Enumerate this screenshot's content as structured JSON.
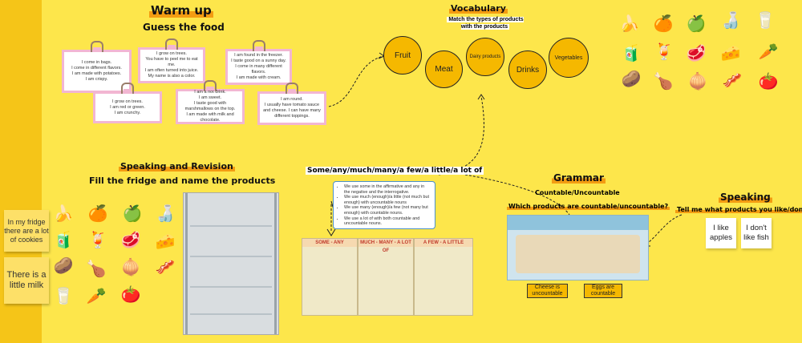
{
  "warmup": {
    "title": "Warm up",
    "subtitle": "Guess the food",
    "riddles": [
      {
        "lines": [
          "I come in bags.",
          "I come in different flavors.",
          "I am made with potatoes.",
          "I am crispy."
        ]
      },
      {
        "lines": [
          "I grow on trees.",
          "You have to peel me to eat me.",
          "I am often turned into juice.",
          "My name is also a color."
        ]
      },
      {
        "lines": [
          "I am found in the freezer.",
          "I taste good on a sunny day.",
          "I come in many different flavors.",
          "I am made with cream."
        ]
      },
      {
        "lines": [
          "I grow on trees.",
          "I am red or green.",
          "I am crunchy."
        ]
      },
      {
        "lines": [
          "I am a hot drink.",
          "I am sweet.",
          "I taste good with marshmallows on the top.",
          "I am made with milk and chocolate."
        ]
      },
      {
        "lines": [
          "I am round.",
          "I usually have tomato sauce and cheese. I can have many different toppings."
        ]
      }
    ]
  },
  "vocabulary": {
    "title": "Vocabulary",
    "instruction": "Match the types of products with the products",
    "categories": [
      "Fruit",
      "Meat",
      "Dairy products",
      "Drinks",
      "Vegetables"
    ]
  },
  "food_icons": {
    "top_right": [
      "banana",
      "orange",
      "apple",
      "water-bottle",
      "milk-bottle",
      "juice-glass",
      "juice",
      "meat",
      "cheese",
      "carrots",
      "potato",
      "chicken",
      "onion",
      "bacon",
      "tomato"
    ],
    "left": [
      "banana",
      "orange",
      "apple",
      "water-bottle",
      "juice-glass",
      "juice",
      "meat",
      "cheese",
      "potato",
      "chicken",
      "onion",
      "bacon",
      "milk-bottle",
      "carrots",
      "tomato"
    ]
  },
  "speaking_revision": {
    "title": "Speaking and Revision",
    "subtitle": "Fill the fridge and name the products"
  },
  "notes": {
    "left1": "In my fridge there are a lot of cookies",
    "left2": "There is a little milk"
  },
  "quantifiers": {
    "title": "Some/any/much/many/a few/a little/a lot of",
    "rules": [
      "We use some in the affirmative and any in the negative and the interrogative.",
      "We use much (enough)/a little (not much but enough) with uncountable nouns",
      "We use many (enough)/a few (not many but enough) with countable nouns.",
      "We use a lot of with both countable and uncountable nouns."
    ],
    "worksheets": [
      "SOME - ANY",
      "MUCH - MANY - A LOT OF",
      "A FEW - A LITTLE"
    ]
  },
  "grammar": {
    "title": "Grammar",
    "subtitle": "Countable/Uncountable",
    "question": "Which products are countable/uncountable?",
    "notes": [
      "Cheese is uncountable",
      "Eggs are countable"
    ]
  },
  "speaking": {
    "title": "Speaking",
    "prompt": "Tell me what products you like/don't like",
    "notes": [
      "I like apples",
      "I don't like fish"
    ]
  }
}
